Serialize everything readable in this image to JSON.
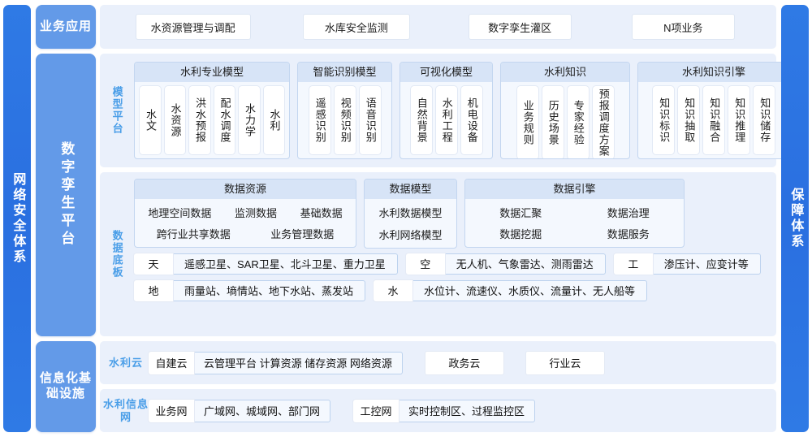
{
  "left_bar": {
    "label": "网络安全体系"
  },
  "right_bar": {
    "label": "保障体系"
  },
  "business": {
    "label": "业务应用",
    "items": [
      {
        "name": "水资源管理与调配"
      },
      {
        "name": "水库安全监测"
      },
      {
        "name": "数字孪生灌区"
      },
      {
        "name": "N项业务"
      }
    ]
  },
  "twin": {
    "label": "数字孪生平台",
    "model_platform": {
      "label": "模型平台",
      "groups": [
        {
          "title": "水利专业模型",
          "items": [
            "水文",
            "水资源",
            "洪水预报",
            "配水调度",
            "水力学",
            "水利"
          ]
        },
        {
          "title": "智能识别模型",
          "items": [
            "遥感识别",
            "视频识别",
            "语音识别"
          ]
        },
        {
          "title": "可视化模型",
          "items": [
            "自然背景",
            "水利工程",
            "机电设备"
          ]
        },
        {
          "title": "水利知识",
          "items": [
            "业务规则",
            "历史场景",
            "专家经验",
            "预报调度方案"
          ]
        },
        {
          "title": "水利知识引擎",
          "items": [
            "知识标识",
            "知识抽取",
            "知识融合",
            "知识推理",
            "知识储存"
          ]
        }
      ]
    },
    "data_board": {
      "label": "数据底板",
      "groups": [
        {
          "title": "数据资源",
          "rows": [
            [
              "地理空间数据",
              "监测数据",
              "基础数据"
            ],
            [
              "跨行业共享数据",
              "业务管理数据"
            ]
          ]
        },
        {
          "title": "数据模型",
          "rows": [
            [
              "水利数据模型"
            ],
            [
              "水利网络模型"
            ]
          ]
        },
        {
          "title": "数据引擎",
          "rows": [
            [
              "数据汇聚",
              "数据治理"
            ],
            [
              "数据挖掘",
              "数据服务"
            ]
          ]
        }
      ],
      "sources": [
        {
          "key": "天",
          "value": "遥感卫星、SAR卫星、北斗卫星、重力卫星"
        },
        {
          "key": "空",
          "value": "无人机、气象雷达、测雨雷达"
        },
        {
          "key": "工",
          "value": "渗压计、应变计等"
        },
        {
          "key": "地",
          "value": "雨量站、墒情站、地下水站、蒸发站"
        },
        {
          "key": "水",
          "value": "水位计、流速仪、水质仪、流量计、无人船等"
        }
      ]
    }
  },
  "infrastructure": {
    "label": "信息化基础设施",
    "rows": [
      {
        "key": "水利云",
        "pair": {
          "key": "自建云",
          "value": "云管理平台 计算资源 储存资源 网络资源"
        },
        "extras": [
          "政务云",
          "行业云"
        ]
      },
      {
        "key": "水利信息网",
        "pair": {
          "key": "业务网",
          "value": "广域网、城域网、部门网"
        },
        "extras": [],
        "pair2": {
          "key": "工控网",
          "value": "实时控制区、过程监控区"
        }
      }
    ]
  },
  "colors": {
    "bar_blue": "#2f7ae5",
    "label_blue": "#639ae8",
    "panel_bg": "#eaf0fb",
    "group_head": "#d7e4f7",
    "group_border": "#c3d6f0",
    "accent_text": "#4a9ee8"
  }
}
